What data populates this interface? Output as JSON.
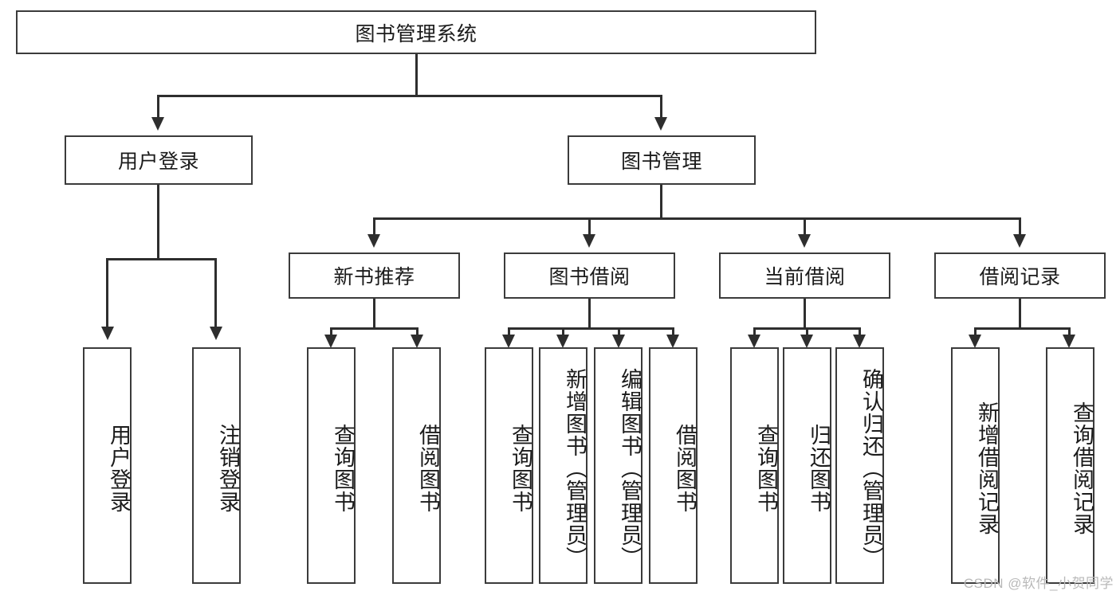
{
  "diagram": {
    "title_node": {
      "label": "图书管理系统"
    },
    "level2": [
      {
        "id": "user-login",
        "label": "用户登录"
      },
      {
        "id": "book-management",
        "label": "图书管理"
      }
    ],
    "level3": [
      {
        "id": "new-book-recommend",
        "label": "新书推荐"
      },
      {
        "id": "book-borrow",
        "label": "图书借阅"
      },
      {
        "id": "current-borrow",
        "label": "当前借阅"
      },
      {
        "id": "borrow-record",
        "label": "借阅记录"
      }
    ],
    "leaves": {
      "user_login": [
        {
          "id": "leaf-user-login",
          "label": "用户登录"
        },
        {
          "id": "leaf-logout-login",
          "label": "注销登录"
        }
      ],
      "new_book_recommend": [
        {
          "id": "leaf-query-book-1",
          "label": "查询图书"
        },
        {
          "id": "leaf-borrow-book-1",
          "label": "借阅图书"
        }
      ],
      "book_borrow": [
        {
          "id": "leaf-query-book-2",
          "label": "查询图书"
        },
        {
          "id": "leaf-add-book",
          "label": "新增图书（管理员）"
        },
        {
          "id": "leaf-edit-book",
          "label": "编辑图书（管理员）"
        },
        {
          "id": "leaf-borrow-book-2",
          "label": "借阅图书"
        }
      ],
      "current_borrow": [
        {
          "id": "leaf-query-book-3",
          "label": "查询图书"
        },
        {
          "id": "leaf-return-book",
          "label": "归还图书"
        },
        {
          "id": "leaf-confirm-return",
          "label": "确认归还（管理员）"
        }
      ],
      "borrow_record": [
        {
          "id": "leaf-add-record",
          "label": "新增借阅记录"
        },
        {
          "id": "leaf-query-record",
          "label": "查询借阅记录"
        }
      ]
    },
    "watermark": "CSDN @软件_小贺同学",
    "colors": {
      "box_border": "#3b3b3b",
      "edge": "#2e2e2e",
      "background": "#ffffff",
      "text": "#1b1b1b",
      "watermark": "#b9b9b9"
    }
  }
}
